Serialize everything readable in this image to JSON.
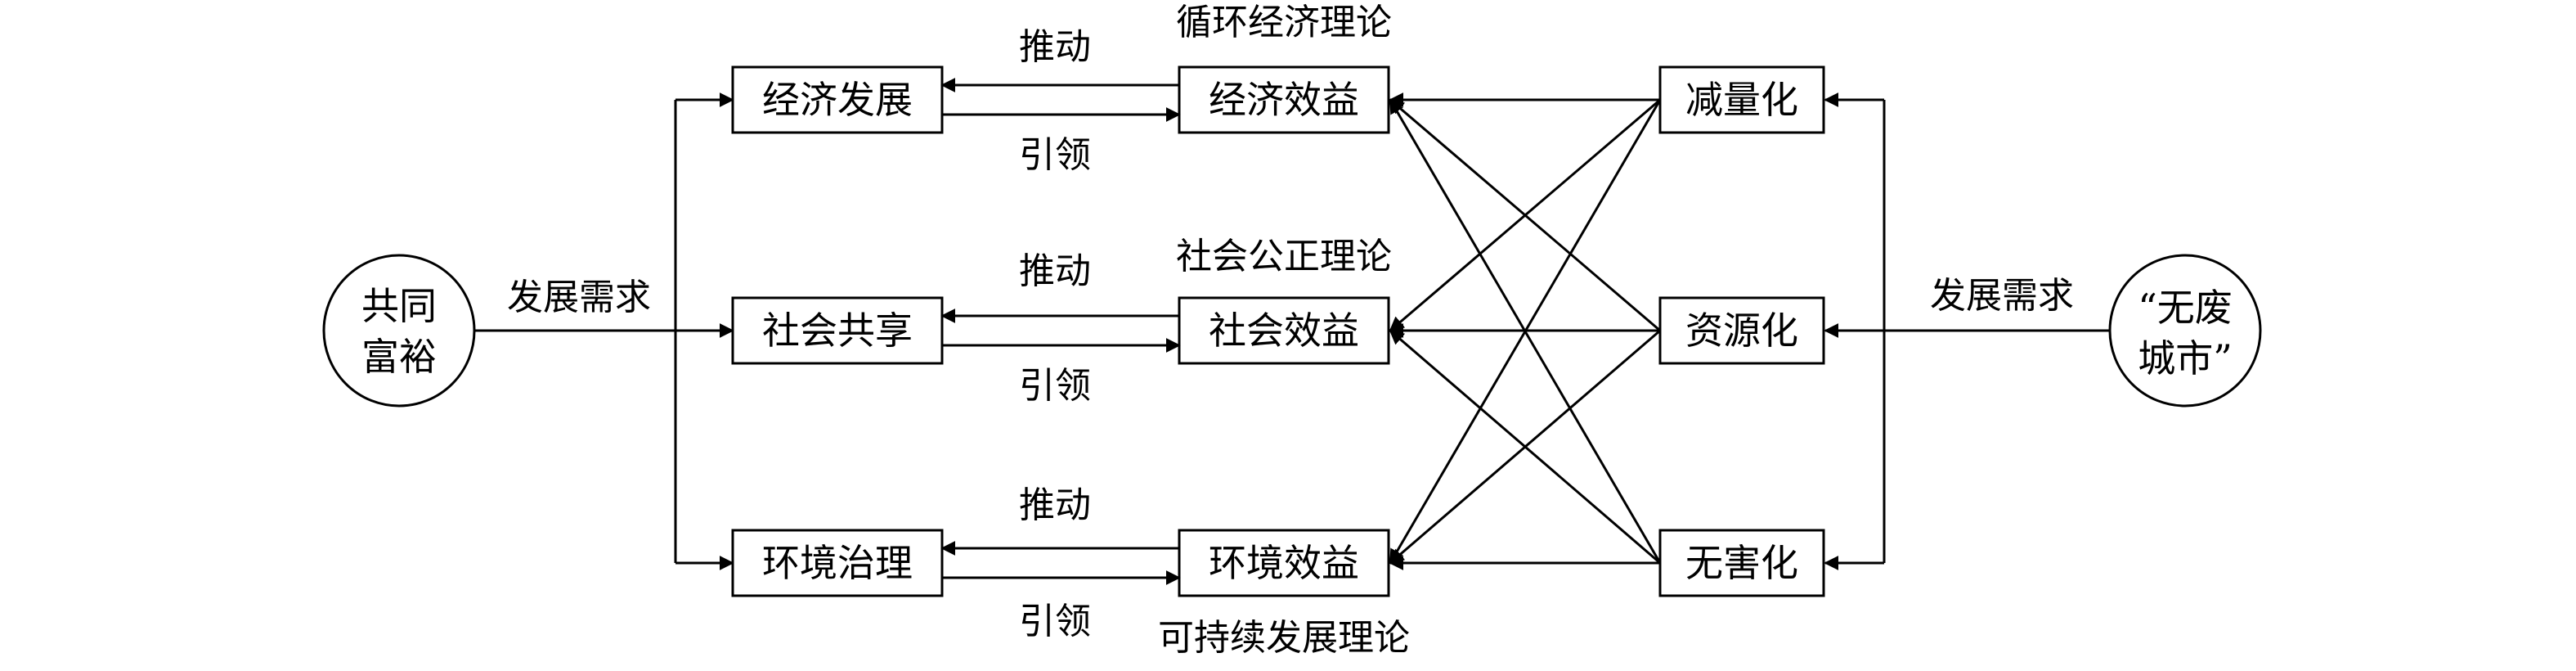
{
  "left_circle": {
    "line1": "共同",
    "line2": "富裕"
  },
  "right_circle": {
    "line1": "“无废",
    "line2": "城市”"
  },
  "left_flow_label": "发展需求",
  "right_flow_label": "发展需求",
  "goals": [
    "经济发展",
    "社会共享",
    "环境治理"
  ],
  "benefits": [
    "经济效益",
    "社会效益",
    "环境效益"
  ],
  "principles": [
    "减量化",
    "资源化",
    "无害化"
  ],
  "theories": [
    "循环经济理论",
    "社会公正理论",
    "可持续发展理论"
  ],
  "push_label": "推动",
  "lead_label": "引领"
}
